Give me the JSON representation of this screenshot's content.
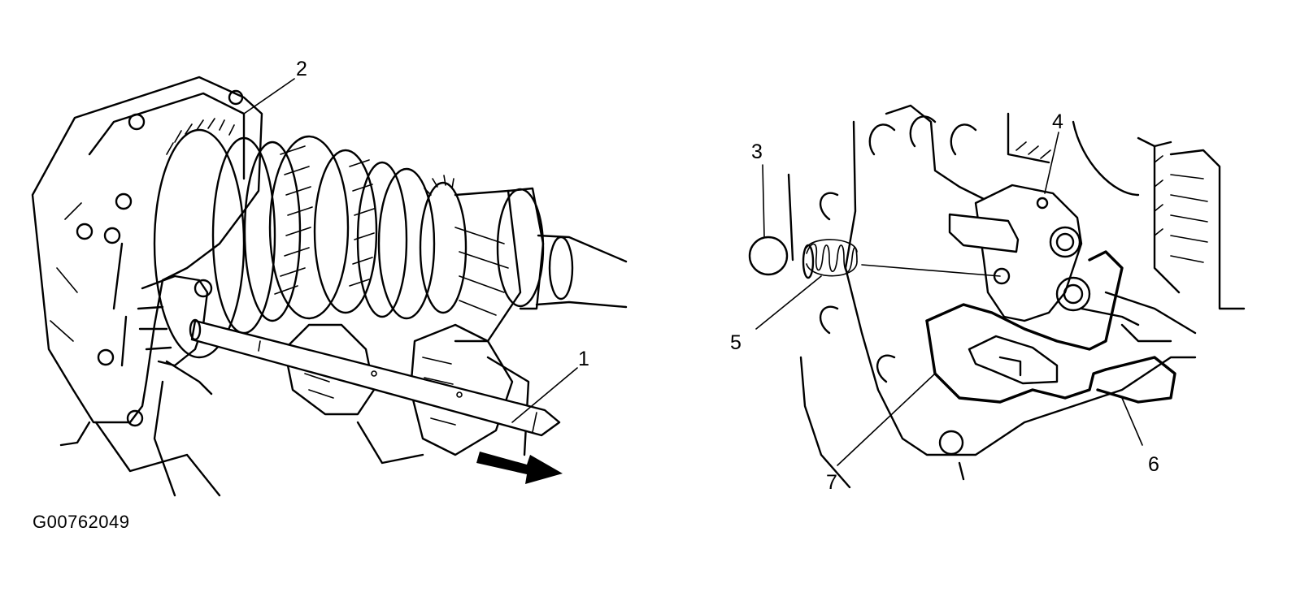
{
  "figure_code": "G00762049",
  "callouts": [
    "1",
    "2",
    "3",
    "4",
    "5",
    "6",
    "7"
  ]
}
